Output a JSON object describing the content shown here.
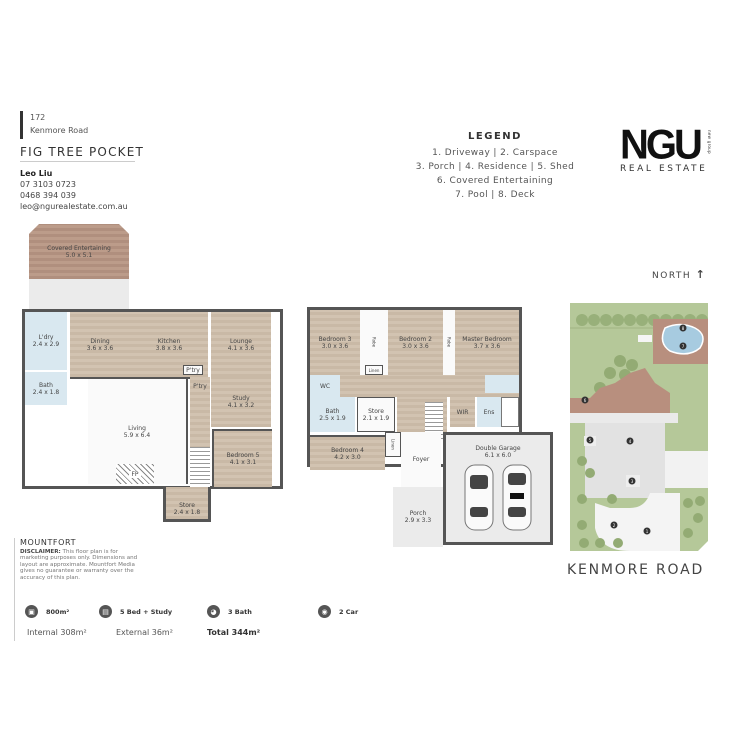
{
  "header": {
    "street_number": "172",
    "street_name": "Kenmore Road",
    "suburb": "FIG TREE POCKET"
  },
  "agent": {
    "name": "Leo Liu",
    "phone": "07 3103 0723",
    "mobile": "0468 394 039",
    "email": "leo@ngurealestate.com.au"
  },
  "legend": {
    "title": "LEGEND",
    "lines": [
      "1. Driveway  |  2. Carspace",
      "3. Porch  |  4. Residence  |  5. Shed",
      "6. Covered Entertaining",
      "7. Pool  |  8. Deck"
    ]
  },
  "logo": {
    "mark": "NGU",
    "tagline": "REAL ESTATE",
    "vertical": "new group"
  },
  "site_plan": {
    "north_label": "NORTH",
    "road_label": "KENMORE ROAD",
    "markers": [
      "1",
      "2",
      "3",
      "4",
      "5",
      "6",
      "7",
      "8"
    ]
  },
  "floor_left": {
    "rooms": [
      {
        "name": "Covered Entertaining",
        "size": "5.0 x 5.1"
      },
      {
        "name": "L'dry",
        "size": "2.4 x 2.9"
      },
      {
        "name": "Bath",
        "size": "2.4 x 1.8"
      },
      {
        "name": "Dining",
        "size": "3.6 x 3.6"
      },
      {
        "name": "Kitchen",
        "size": "3.8 x 3.6"
      },
      {
        "name": "Lounge",
        "size": "4.1 x 3.6"
      },
      {
        "name": "P'try",
        "size": ""
      },
      {
        "name": "P'try",
        "size": ""
      },
      {
        "name": "Study",
        "size": "4.1 x 3.2"
      },
      {
        "name": "Living",
        "size": "5.9 x 6.4"
      },
      {
        "name": "FP",
        "size": ""
      },
      {
        "name": "Bedroom 5",
        "size": "4.1 x 3.1"
      },
      {
        "name": "Store",
        "size": "2.4 x 1.8"
      }
    ]
  },
  "floor_right": {
    "rooms": [
      {
        "name": "Bedroom 3",
        "size": "3.0 x 3.6"
      },
      {
        "name": "Bedroom 2",
        "size": "3.0 x 3.6"
      },
      {
        "name": "Master Bedroom",
        "size": "3.7 x 3.6"
      },
      {
        "name": "Robe",
        "size": ""
      },
      {
        "name": "Linen",
        "size": ""
      },
      {
        "name": "WC",
        "size": ""
      },
      {
        "name": "Bath",
        "size": "2.5 x 1.9"
      },
      {
        "name": "Store",
        "size": "2.1 x 1.9"
      },
      {
        "name": "WIR",
        "size": ""
      },
      {
        "name": "Ens",
        "size": ""
      },
      {
        "name": "Bedroom 4",
        "size": "4.2 x 3.0"
      },
      {
        "name": "Foyer",
        "size": ""
      },
      {
        "name": "Double Garage",
        "size": "6.1 x 6.0"
      },
      {
        "name": "Porch",
        "size": "2.9 x 3.3"
      }
    ]
  },
  "footer": {
    "brand": "MOUNTFORT",
    "disclaimer_label": "DISCLAIMER:",
    "disclaimer_text": "This floor plan is for marketing purposes only. Dimensions and layout are approximate. Mountfort Media gives no guarantee or warranty over the accuracy of this plan.",
    "stats": [
      {
        "icon": "land-icon",
        "label": "800m²"
      },
      {
        "icon": "bed-icon",
        "label": "5 Bed + Study"
      },
      {
        "icon": "bath-icon",
        "label": "3 Bath"
      },
      {
        "icon": "car-icon",
        "label": "2 Car"
      }
    ],
    "areas": {
      "internal": "Internal 308m²",
      "external": "External 36m²",
      "total": "Total 344m²"
    }
  }
}
